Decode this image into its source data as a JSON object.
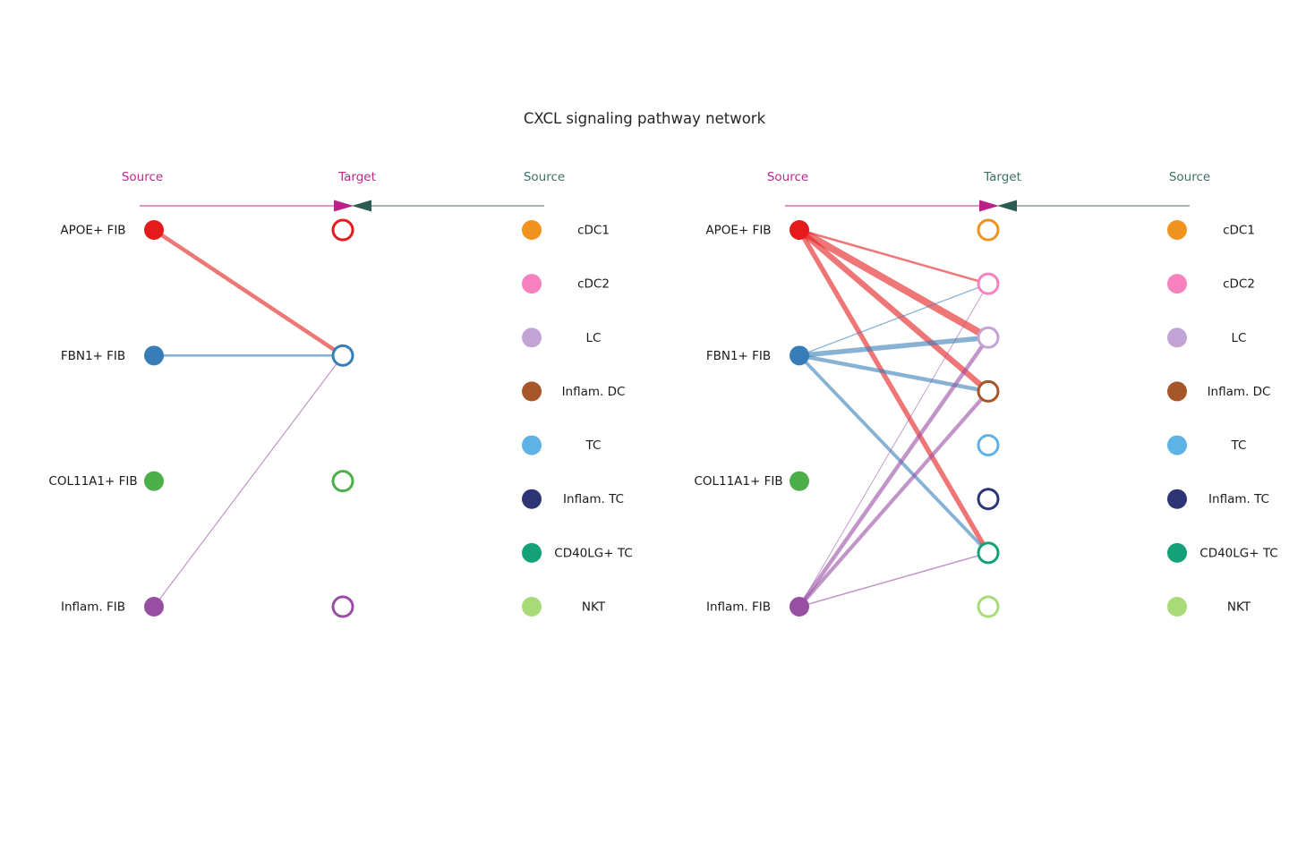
{
  "title": "CXCL signaling pathway network",
  "colors": {
    "title": "#262626",
    "label": "#1a1a1a",
    "header_magenta": "#C2288C",
    "header_teal": "#3E6F66",
    "line_pink": "#DC84BC",
    "line_teal": "#94ADA6",
    "arrow_magenta": "#BB2087",
    "arrow_teal": "#2C5B53",
    "edge_alpha": 0.6
  },
  "cell_types": {
    "fibroblasts": [
      {
        "label": "APOE+ FIB",
        "color": "#E41A1C"
      },
      {
        "label": "FBN1+ FIB",
        "color": "#377EB8"
      },
      {
        "label": "COL11A1+ FIB",
        "color": "#4DAF4A"
      },
      {
        "label": "Inflam. FIB",
        "color": "#984EA3"
      }
    ],
    "immune": [
      {
        "label": "cDC1",
        "color": "#F0941F"
      },
      {
        "label": "cDC2",
        "color": "#F781BF"
      },
      {
        "label": "LC",
        "color": "#C3A3D5"
      },
      {
        "label": "Inflam. DC",
        "color": "#A65628"
      },
      {
        "label": "TC",
        "color": "#5FB2E6"
      },
      {
        "label": "Inflam. TC",
        "color": "#2D3577"
      },
      {
        "label": "CD40LG+ TC",
        "color": "#13A177"
      },
      {
        "label": "NKT",
        "color": "#A8DB77"
      }
    ]
  },
  "panels": [
    {
      "id": "left",
      "headers": {
        "source": "Source",
        "target": "Target",
        "legend": "Source"
      },
      "target_header_color": "magenta",
      "source_nodes": "fibroblasts",
      "target_nodes": "fibroblasts",
      "legend_nodes": "immune",
      "edges": [
        {
          "source": "APOE+ FIB",
          "target": "FBN1+ FIB",
          "width": 4.5
        },
        {
          "source": "FBN1+ FIB",
          "target": "FBN1+ FIB",
          "width": 2.6
        },
        {
          "source": "Inflam. FIB",
          "target": "FBN1+ FIB",
          "width": 1.2
        }
      ]
    },
    {
      "id": "right",
      "headers": {
        "source": "Source",
        "target": "Target",
        "legend": "Source"
      },
      "target_header_color": "teal",
      "source_nodes": "fibroblasts",
      "target_nodes": "immune",
      "legend_nodes": "immune",
      "edges": [
        {
          "source": "APOE+ FIB",
          "target": "cDC2",
          "width": 2.5
        },
        {
          "source": "APOE+ FIB",
          "target": "LC",
          "width": 8.0
        },
        {
          "source": "APOE+ FIB",
          "target": "Inflam. DC",
          "width": 6.5
        },
        {
          "source": "APOE+ FIB",
          "target": "CD40LG+ TC",
          "width": 5.5
        },
        {
          "source": "FBN1+ FIB",
          "target": "cDC2",
          "width": 1.3
        },
        {
          "source": "FBN1+ FIB",
          "target": "LC",
          "width": 5.5
        },
        {
          "source": "FBN1+ FIB",
          "target": "Inflam. DC",
          "width": 4.5
        },
        {
          "source": "FBN1+ FIB",
          "target": "CD40LG+ TC",
          "width": 3.8
        },
        {
          "source": "Inflam. FIB",
          "target": "cDC2",
          "width": 0.9
        },
        {
          "source": "Inflam. FIB",
          "target": "LC",
          "width": 4.5
        },
        {
          "source": "Inflam. FIB",
          "target": "Inflam. DC",
          "width": 4.2
        },
        {
          "source": "Inflam. FIB",
          "target": "CD40LG+ TC",
          "width": 1.5
        }
      ]
    }
  ]
}
